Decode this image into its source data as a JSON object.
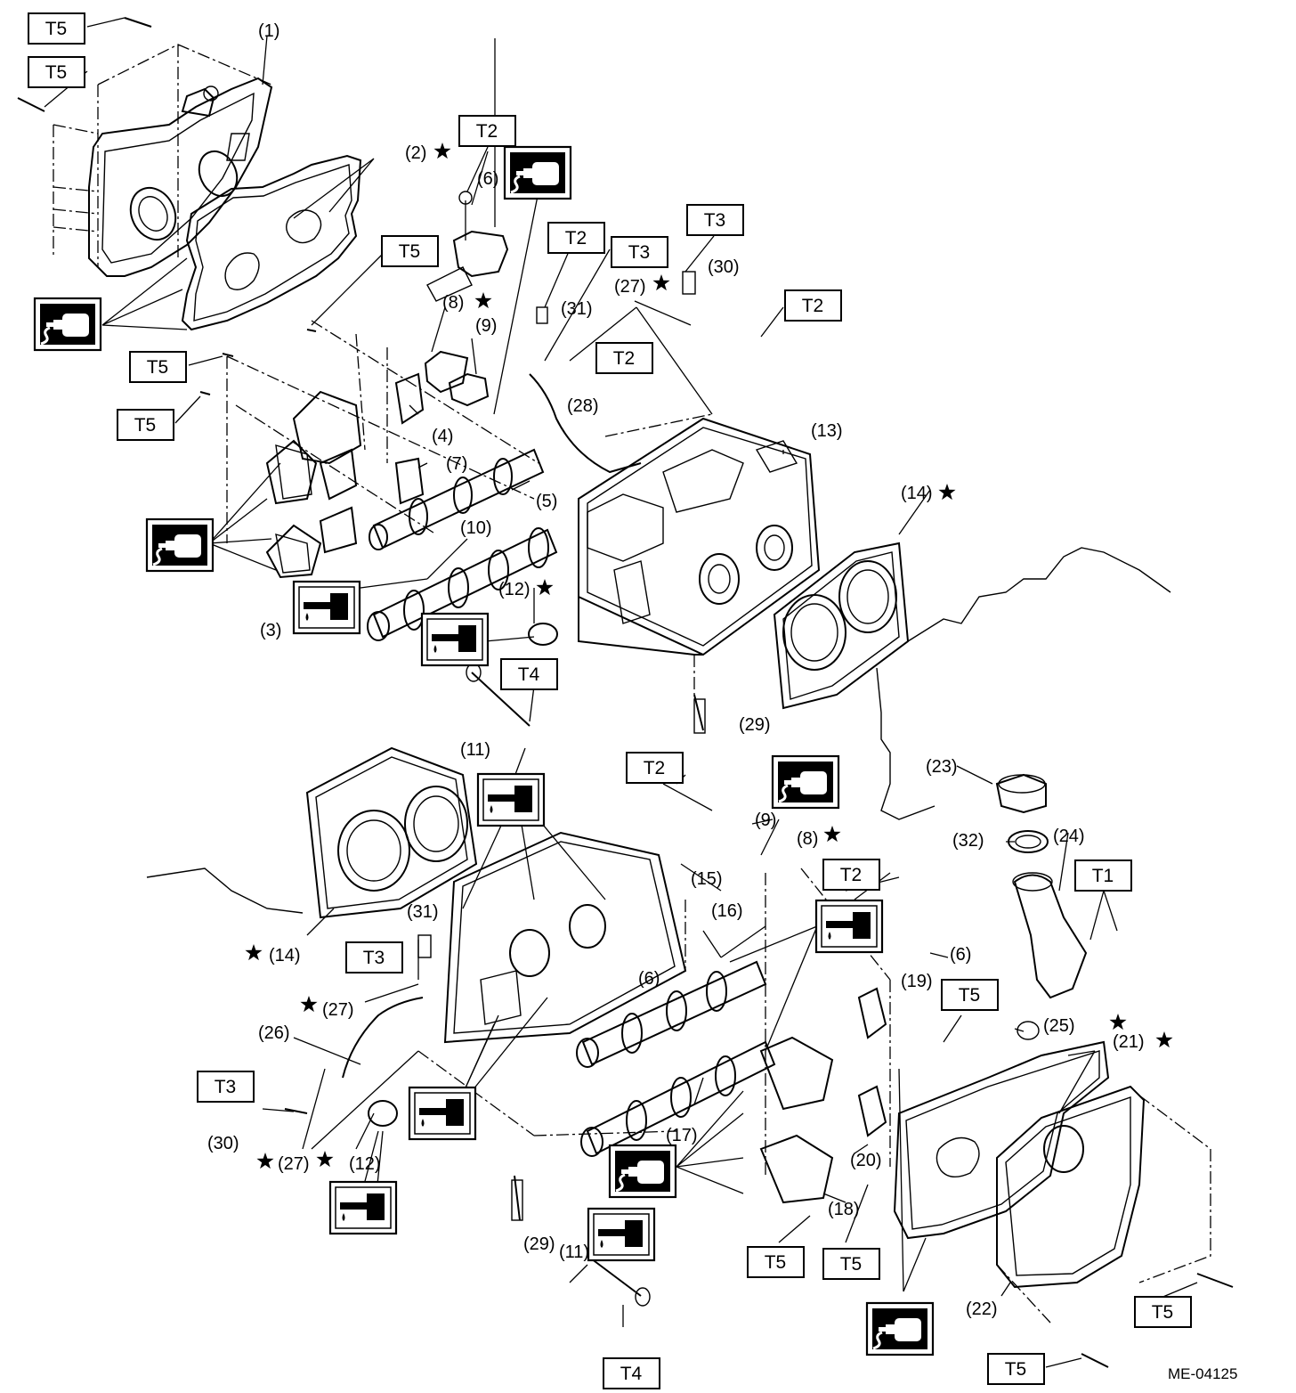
{
  "figure_code": "ME-04125",
  "torque_labels": {
    "t1": "T1",
    "t2": "T2",
    "t3": "T3",
    "t4": "T4",
    "t5": "T5"
  },
  "callouts": {
    "p1": "(1)",
    "p2": "(2)",
    "p3": "(3)",
    "p4": "(4)",
    "p5": "(5)",
    "p6": "(6)",
    "p7": "(7)",
    "p8": "(8)",
    "p9": "(9)",
    "p10": "(10)",
    "p11": "(11)",
    "p12": "(12)",
    "p13": "(13)",
    "p14": "(14)",
    "p15": "(15)",
    "p16": "(16)",
    "p17": "(17)",
    "p18": "(18)",
    "p19": "(19)",
    "p20": "(20)",
    "p21": "(21)",
    "p22": "(22)",
    "p23": "(23)",
    "p24": "(24)",
    "p25": "(25)",
    "p26": "(26)",
    "p27": "(27)",
    "p28": "(28)",
    "p29": "(29)",
    "p30": "(30)",
    "p31": "(31)",
    "p32": "(32)"
  },
  "symbols": {
    "replace_marker": "star-icon",
    "sealant": "sealant-tube-icon",
    "oil": "oil-can-icon"
  }
}
